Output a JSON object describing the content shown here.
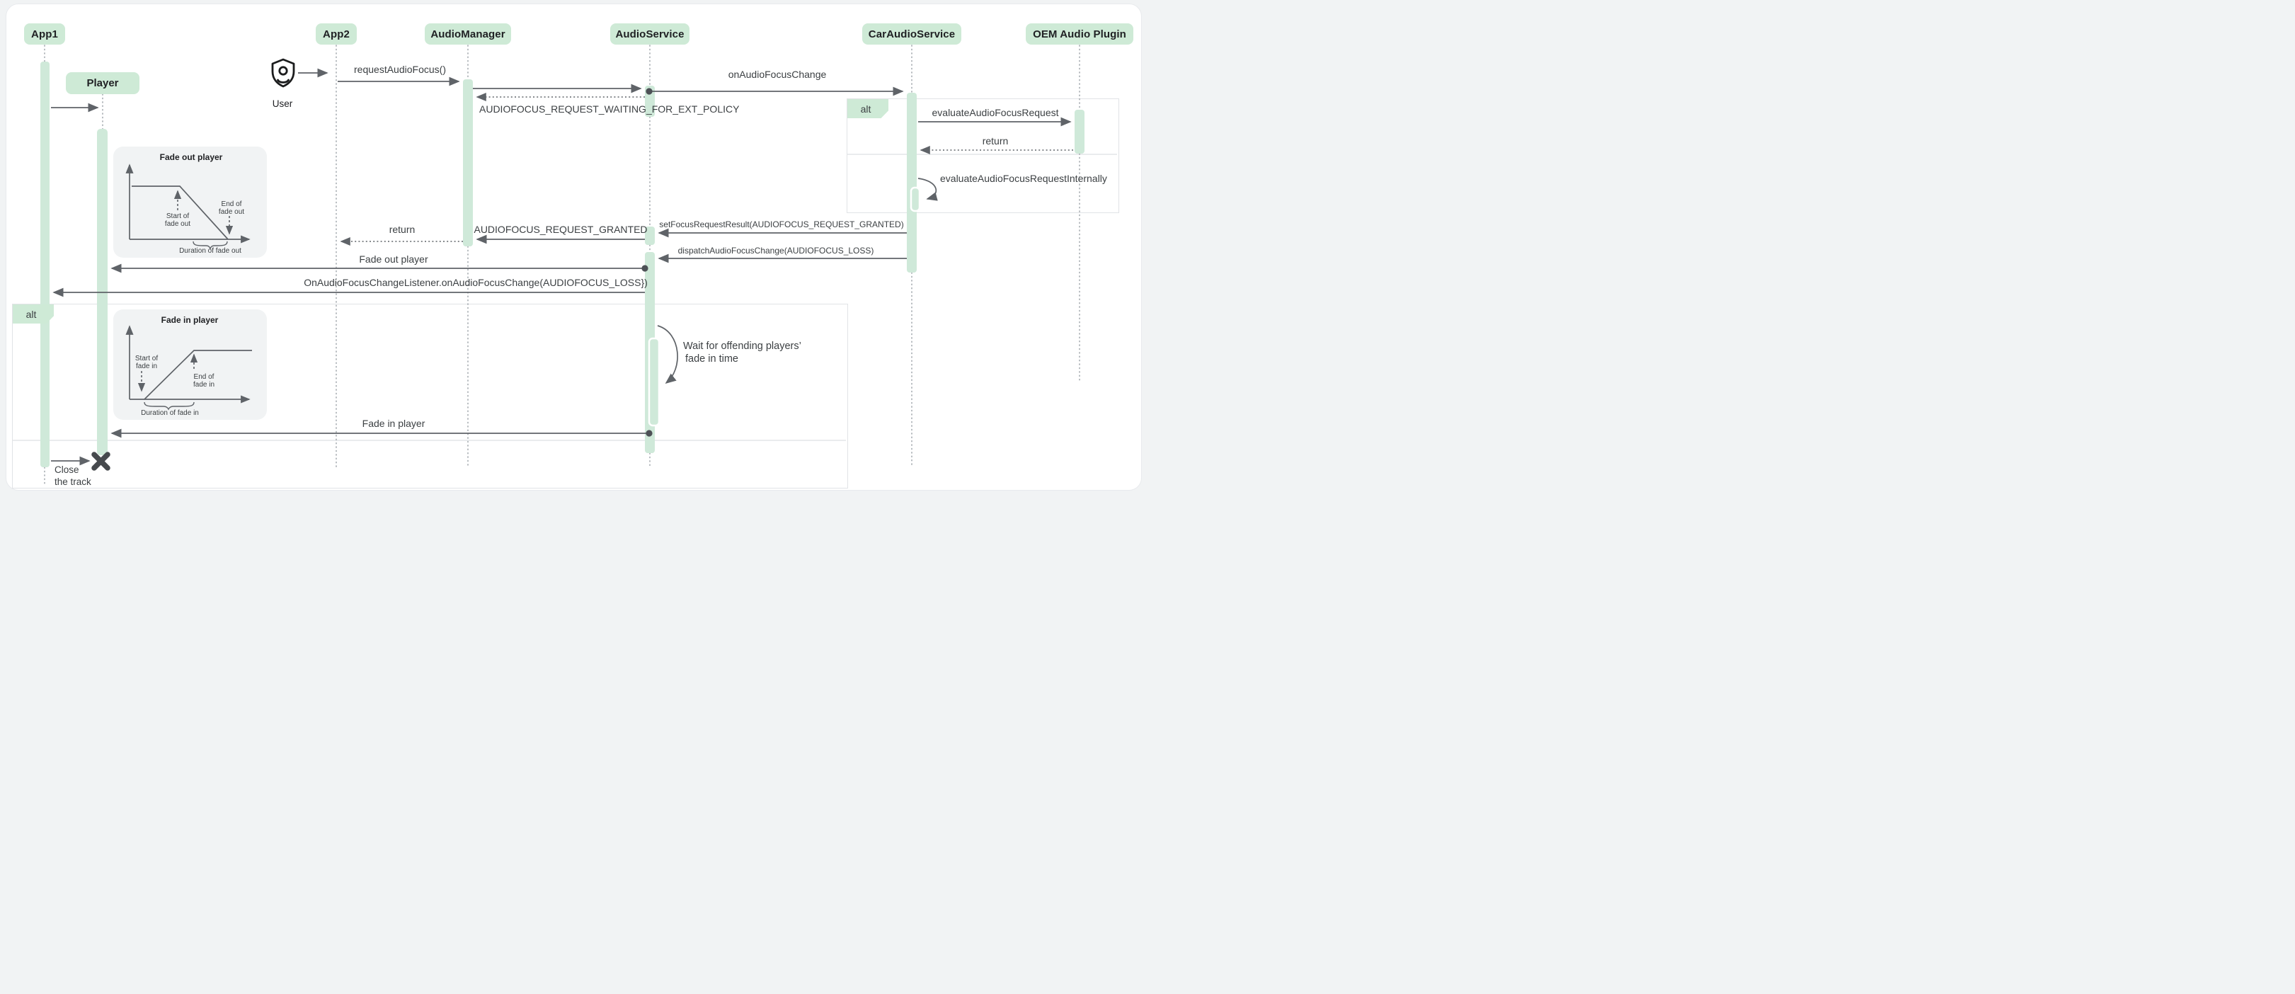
{
  "participants": [
    {
      "label": "App1"
    },
    {
      "label": "App2"
    },
    {
      "label": "AudioManager"
    },
    {
      "label": "AudioService"
    },
    {
      "label": "CarAudioService"
    },
    {
      "label": "OEM Audio Plugin"
    }
  ],
  "objects": {
    "player": "Player"
  },
  "actor": {
    "label": "User"
  },
  "frames": {
    "right_alt": "alt",
    "left_alt": "alt"
  },
  "messages": {
    "request_audio_focus": "requestAudioFocus()",
    "on_audio_focus_change": "onAudioFocusChange",
    "waiting_for_ext_policy": "AUDIOFOCUS_REQUEST_WAITING_FOR_EXT_POLICY",
    "evaluate_audio_focus_request": "evaluateAudioFocusRequest",
    "return_right": "return",
    "evaluate_internally": "evaluateAudioFocusRequestInternally",
    "set_focus_request_result": "setFocusRequestResult(AUDIOFOCUS_REQUEST_GRANTED)",
    "request_granted": "AUDIOFOCUS_REQUEST_GRANTED",
    "return_left": "return",
    "dispatch_focus_change": "dispatchAudioFocusChange(AUDIOFOCUS_LOSS)",
    "fade_out_player": "Fade out player",
    "on_focus_change_listener": "OnAudioFocusChangeListener.onAudioFocusChange(AUDIOFOCUS_LOSS})",
    "fade_in_player": "Fade in player",
    "close_line1": "Close",
    "close_line2": "the track"
  },
  "notes": {
    "wait_line1": "Wait for offending players’",
    "wait_line2": "fade in time"
  },
  "insets": {
    "fade_out": {
      "title": "Fade out player",
      "start_line1": "Start of",
      "start_line2": "fade out",
      "end_line1": "End of",
      "end_line2": "fade out",
      "duration": "Duration of fade out"
    },
    "fade_in": {
      "title": "Fade in player",
      "start_line1": "Start of",
      "start_line2": "fade in",
      "end_line1": "End of",
      "end_line2": "fade in",
      "duration": "Duration of fade in"
    }
  },
  "colors": {
    "participant_bg": "#ceead6",
    "activation_bg": "#cfe9d9",
    "arrow": "#5f6368",
    "text": "#3c4043",
    "frame_border": "#e1e3e6",
    "inset_bg": "#f1f3f4",
    "card_bg": "#ffffff",
    "page_bg": "#f1f3f4"
  }
}
